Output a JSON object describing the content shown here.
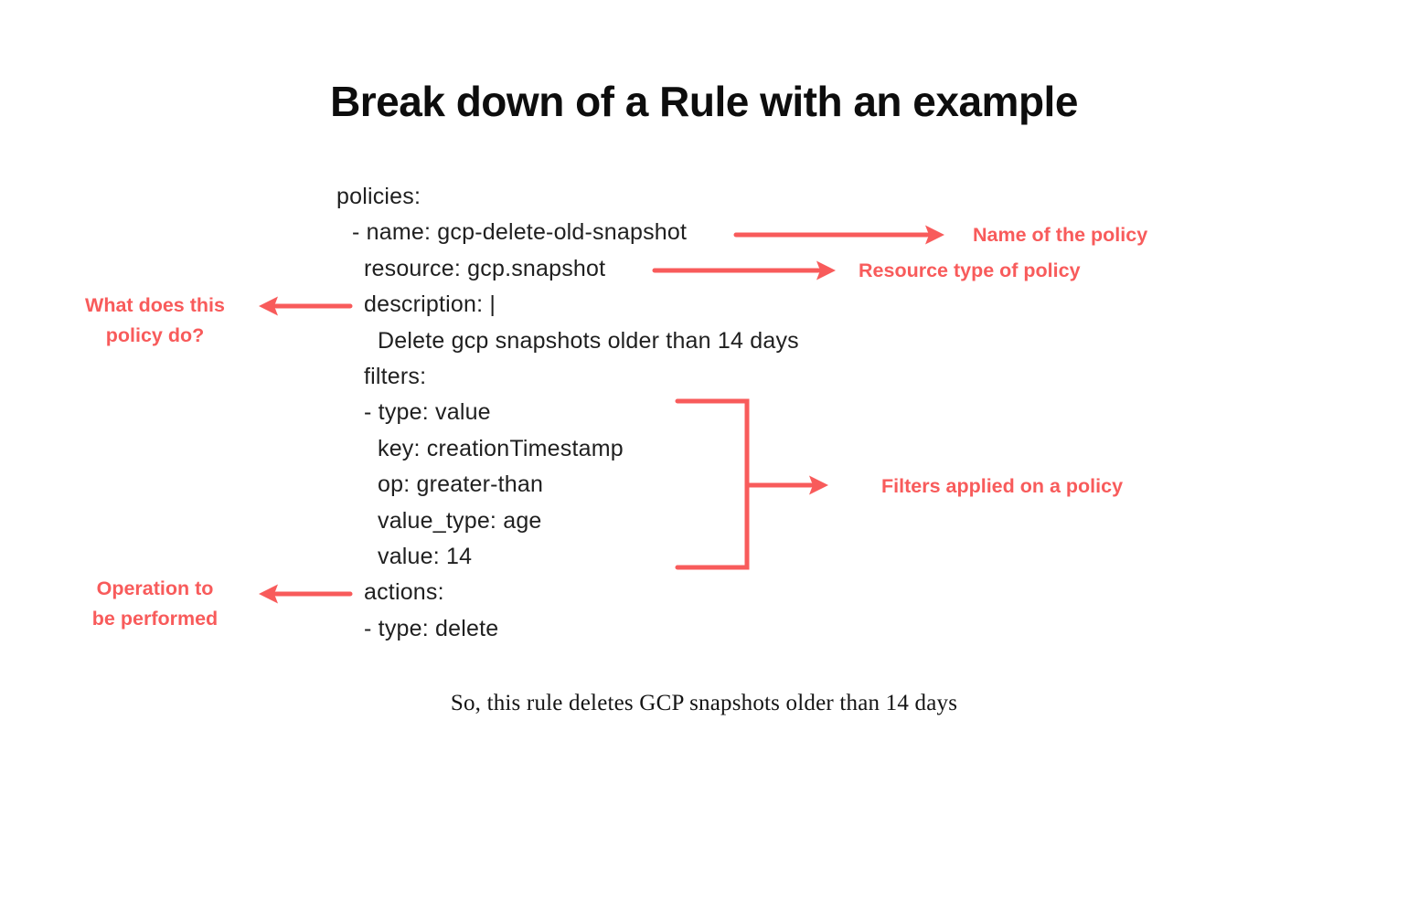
{
  "page": {
    "colors": {
      "accent": "#f85b5b",
      "ink": "#1f1f1f",
      "bg": "#ffffff"
    }
  },
  "title": "Break down of a Rule with an example",
  "code": {
    "lines": [
      {
        "text": "policies:",
        "indent": 0
      },
      {
        "text": "- name: gcp-delete-old-snapshot",
        "indent": 1
      },
      {
        "text": "resource: gcp.snapshot",
        "indent": 2
      },
      {
        "text": "description: |",
        "indent": 2
      },
      {
        "text": "Delete gcp snapshots older than 14 days",
        "indent": 3
      },
      {
        "text": "filters:",
        "indent": 2
      },
      {
        "text": "- type: value",
        "indent": 2
      },
      {
        "text": "key: creationTimestamp",
        "indent": 3
      },
      {
        "text": "op: greater-than",
        "indent": 3
      },
      {
        "text": "value_type: age",
        "indent": 3
      },
      {
        "text": "value: 14",
        "indent": 3
      },
      {
        "text": "actions:",
        "indent": 2
      },
      {
        "text": "- type: delete",
        "indent": 2
      }
    ]
  },
  "annotations": {
    "name": {
      "label": "Name of the policy"
    },
    "resource": {
      "label": "Resource type of policy"
    },
    "description": {
      "line1": "What does this",
      "line2": "policy do?"
    },
    "filters": {
      "label": "Filters applied on a policy"
    },
    "actions": {
      "line1": "Operation to",
      "line2": "be performed"
    }
  },
  "footer": "So, this rule deletes GCP snapshots older than 14 days"
}
